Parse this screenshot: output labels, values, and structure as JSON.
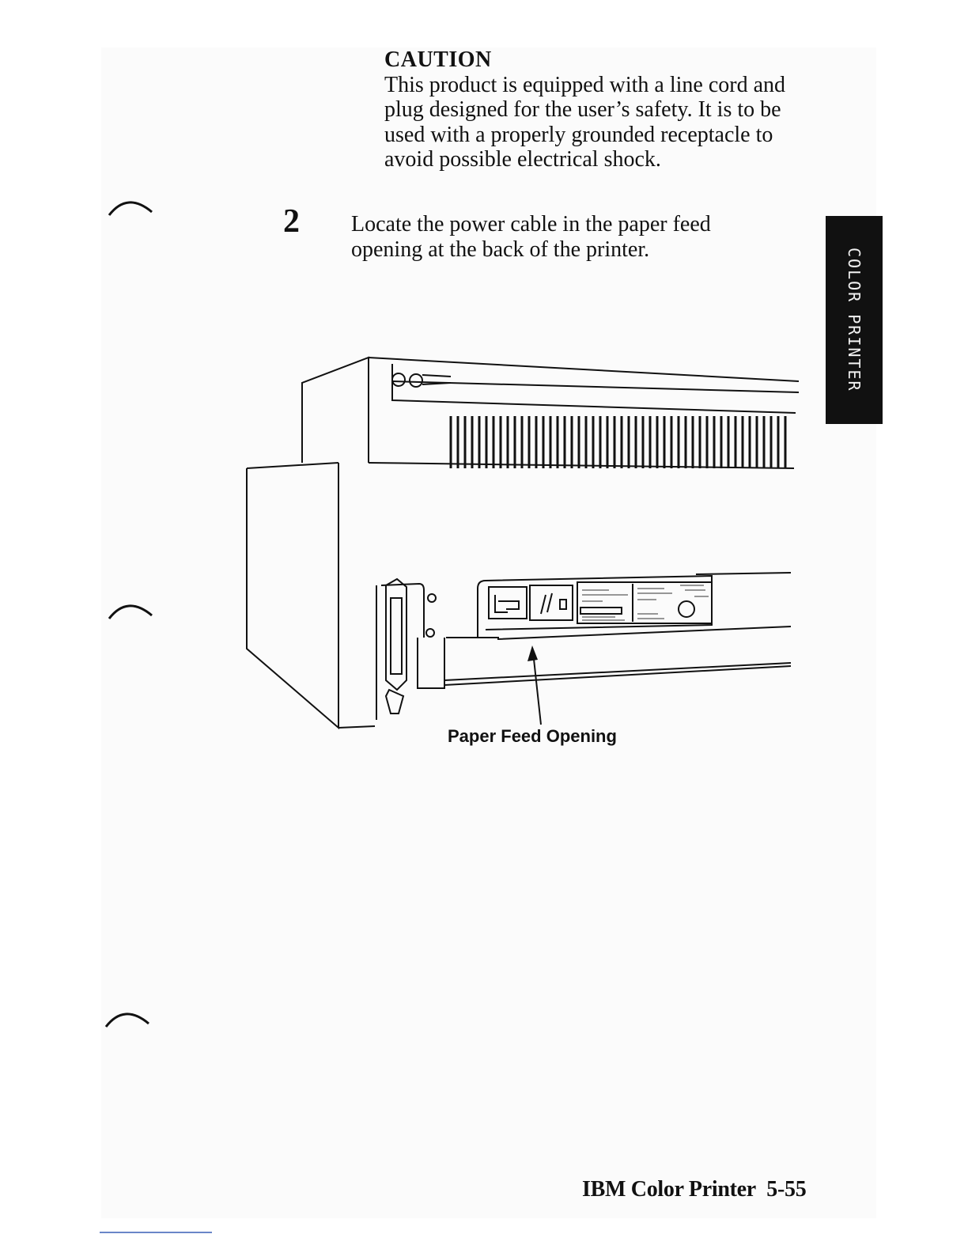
{
  "caution": {
    "title": "CAUTION",
    "lines": [
      "This product is equipped with a line cord and",
      "plug designed for the user’s safety.  It is to be",
      "used with a properly grounded receptacle to",
      "avoid possible electrical shock."
    ]
  },
  "step": {
    "number": "2",
    "lines": [
      "Locate the power cable in the paper feed",
      "opening at the back of the printer."
    ]
  },
  "side_tab": {
    "label": "COLOR PRINTER"
  },
  "figure": {
    "caption": "Paper Feed Opening"
  },
  "footer": {
    "title": "IBM Color Printer",
    "page": "5-55"
  }
}
